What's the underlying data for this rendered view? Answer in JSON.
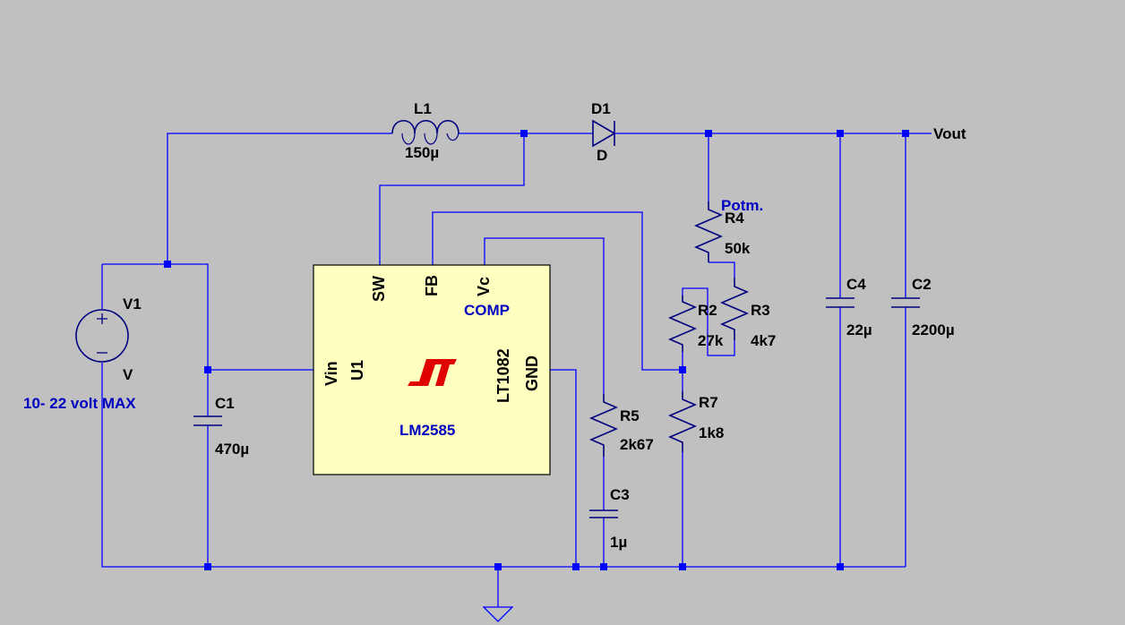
{
  "net_labels": {
    "vout": "Vout"
  },
  "notes": {
    "supply_range": "10- 22 volt MAX",
    "potentiometer": "Potm."
  },
  "components": {
    "L1": {
      "name": "L1",
      "value": "150µ"
    },
    "D1": {
      "name": "D1",
      "value": "D"
    },
    "V1": {
      "name": "V1",
      "value": "V"
    },
    "C1": {
      "name": "C1",
      "value": "470µ"
    },
    "R4": {
      "name": "R4",
      "value": "50k"
    },
    "R2": {
      "name": "R2",
      "value": "27k"
    },
    "R3": {
      "name": "R3",
      "value": "4k7"
    },
    "R7": {
      "name": "R7",
      "value": "1k8"
    },
    "R5": {
      "name": "R5",
      "value": "2k67"
    },
    "C3": {
      "name": "C3",
      "value": "1µ"
    },
    "C4": {
      "name": "C4",
      "value": "22µ"
    },
    "C2": {
      "name": "C2",
      "value": "2200µ"
    }
  },
  "ic": {
    "ref": "U1",
    "part": "LM2585",
    "model": "LT1082",
    "pins": {
      "sw": "SW",
      "fb": "FB",
      "vc": "Vc",
      "vin": "Vin",
      "gnd": "GND"
    },
    "comp_note": "COMP",
    "logo": "LT"
  },
  "colors": {
    "background": "#c0c0c0",
    "wire": "#0000ff",
    "ic_fill": "#ffffc0",
    "annotation": "#0000c0",
    "logo": "#e00000"
  }
}
